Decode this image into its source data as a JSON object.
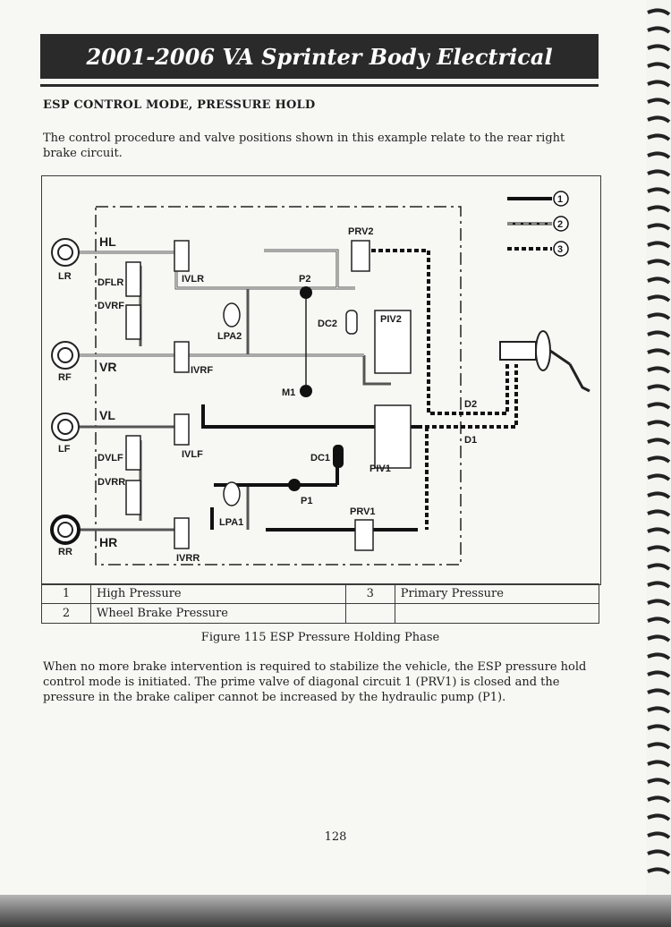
{
  "header": {
    "title": "2001-2006 VA Sprinter Body Electrical"
  },
  "section": {
    "heading": "ESP CONTROL MODE, PRESSURE HOLD",
    "intro": "The control procedure and valve positions shown in this example relate to the rear right brake circuit."
  },
  "diagram": {
    "wheels": {
      "lr": "LR",
      "rf": "RF",
      "lf": "LF",
      "rr": "RR"
    },
    "circuits": {
      "hl": "HL",
      "vr": "VR",
      "vl": "VL",
      "hr": "HR"
    },
    "valves": {
      "dflr": "DFLR",
      "dvrf": "DVRF",
      "dvlf": "DVLF",
      "dvrr": "DVRR",
      "ivlr": "IVLR",
      "ivrf": "IVRF",
      "ivlf": "IVLF",
      "ivrr": "IVRR",
      "prv1": "PRV1",
      "prv2": "PRV2",
      "piv1": "PIV1",
      "piv2": "PIV2"
    },
    "components": {
      "p1": "P1",
      "p2": "P2",
      "m1": "M1",
      "dc1": "DC1",
      "dc2": "DC2",
      "lpa1": "LPA1",
      "lpa2": "LPA2"
    },
    "lines": {
      "d1": "D1",
      "d2": "D2"
    },
    "key_numbers": [
      "1",
      "2",
      "3"
    ]
  },
  "legend": {
    "rows": [
      {
        "n1": "1",
        "l1": "High Pressure",
        "n2": "3",
        "l2": "Primary Pressure"
      },
      {
        "n1": "2",
        "l1": "Wheel Brake Pressure",
        "n2": "",
        "l2": ""
      }
    ]
  },
  "caption": "Figure 115 ESP Pressure Holding Phase",
  "body": "When no more brake intervention is required to stabilize the vehicle, the ESP pressure hold control mode is initiated. The prime valve of diagonal circuit 1 (PRV1) is closed and the pressure in the brake caliper cannot be increased by the hydraulic pump (P1).",
  "page_number": "128"
}
